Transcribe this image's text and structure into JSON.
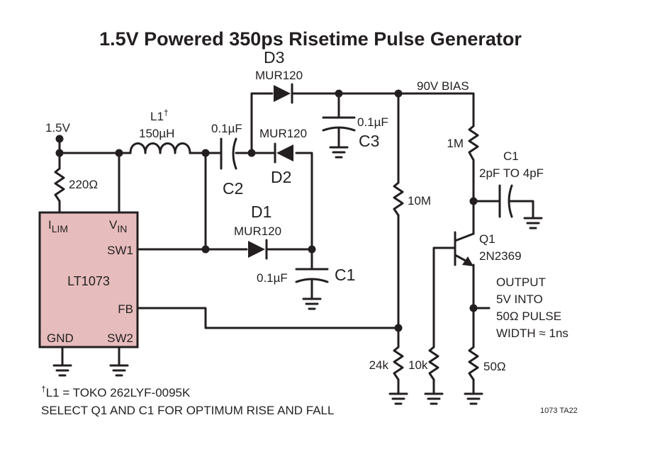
{
  "title": "1.5V Powered 350ps Risetime Pulse Generator",
  "supply": {
    "label": "1.5V"
  },
  "bias": {
    "label": "90V BIAS"
  },
  "ic": {
    "name": "LT1073",
    "pins": {
      "ilim": "I",
      "ilim_sub": "LIM",
      "vin": "V",
      "vin_sub": "IN",
      "sw1": "SW1",
      "fb": "FB",
      "gnd": "GND",
      "sw2": "SW2"
    }
  },
  "r_ilim": {
    "value": "220Ω"
  },
  "inductor": {
    "ref": "L1",
    "mark": "†",
    "value": "150µH"
  },
  "c2": {
    "value": "0.1µF",
    "ref": "C2"
  },
  "d3": {
    "ref": "D3",
    "part": "MUR120"
  },
  "d2": {
    "part": "MUR120",
    "ref": "D2"
  },
  "d1": {
    "ref": "D1",
    "part": "MUR120"
  },
  "c3": {
    "value": "0.1µF",
    "ref": "C3"
  },
  "c1_pump": {
    "value": "0.1µF",
    "ref": "C1"
  },
  "r_10m": {
    "value": "10M"
  },
  "r_1m": {
    "value": "1M"
  },
  "c1_spd": {
    "ref": "C1",
    "value": "2pF TO 4pF"
  },
  "q1": {
    "ref": "Q1",
    "part": "2N2369"
  },
  "r_24k": {
    "value": "24k"
  },
  "r_10k": {
    "value": "10k"
  },
  "r_50": {
    "value": "50Ω"
  },
  "output": {
    "line1": "OUTPUT",
    "line2": "5V INTO",
    "line3": "50Ω PULSE",
    "line4": "WIDTH ≈ 1ns"
  },
  "notes": {
    "mark": "†",
    "line1": "L1 = TOKO 262LYF-0095K",
    "line2": "SELECT Q1 AND C1 FOR OPTIMUM RISE AND FALL"
  },
  "figure_code": "1073 TA22"
}
